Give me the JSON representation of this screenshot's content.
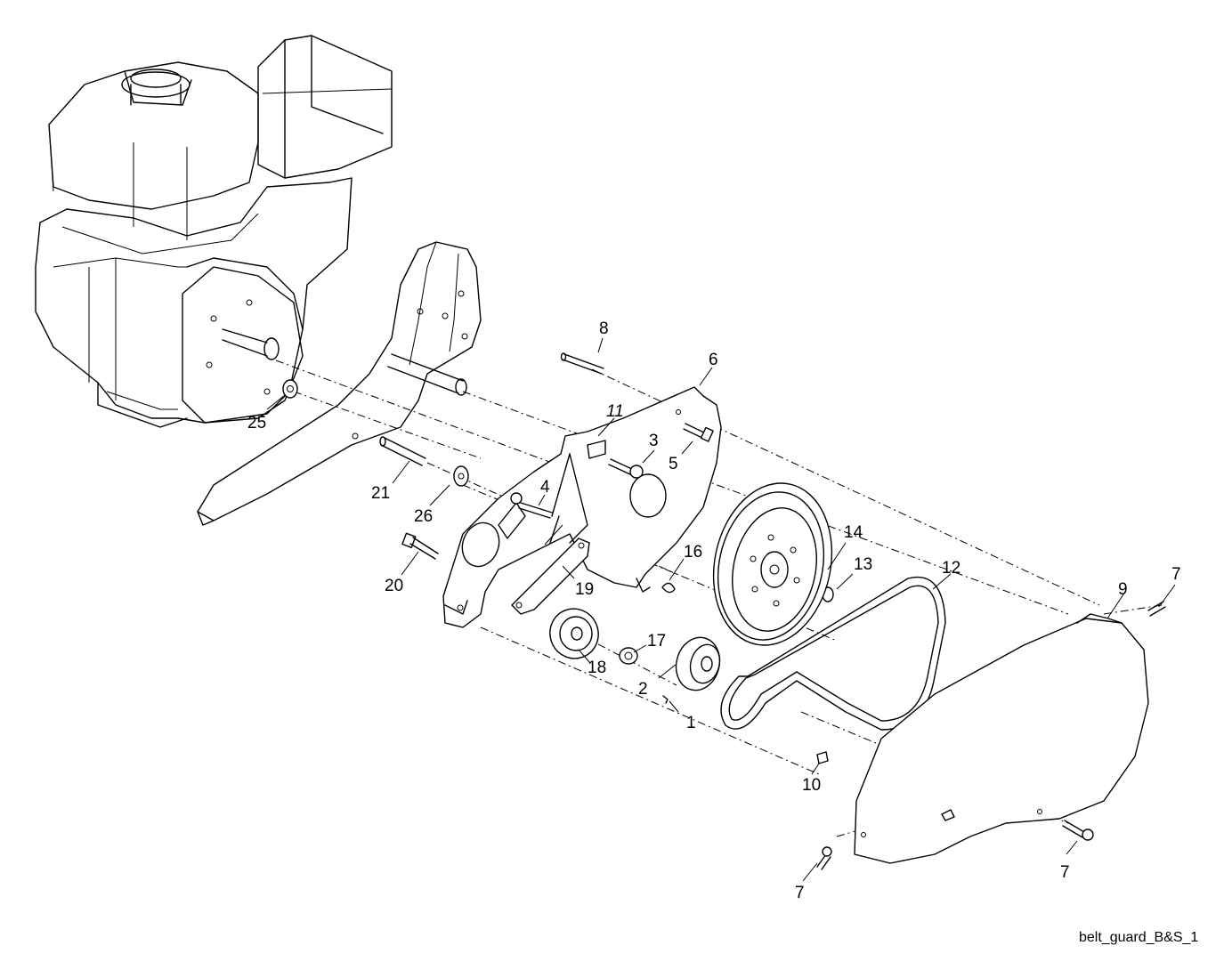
{
  "caption": "belt_guard_B&S_1",
  "callouts": [
    "1",
    "2",
    "3",
    "4",
    "5",
    "6",
    "7",
    "7",
    "7",
    "8",
    "9",
    "10",
    "11",
    "12",
    "13",
    "14",
    "16",
    "17",
    "18",
    "19",
    "20",
    "21",
    "25",
    "26"
  ]
}
